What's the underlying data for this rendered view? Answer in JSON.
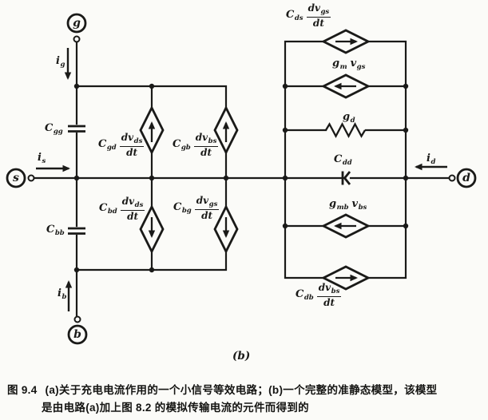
{
  "colors": {
    "ink": "#1a1a18",
    "paper": "#fbfbf8"
  },
  "terminals": {
    "g": "g",
    "s": "s",
    "b": "b",
    "d": "d"
  },
  "currents": {
    "ig": {
      "base": "i",
      "sub": "g"
    },
    "is": {
      "base": "i",
      "sub": "s"
    },
    "ib": {
      "base": "i",
      "sub": "b"
    },
    "id": {
      "base": "i",
      "sub": "d"
    }
  },
  "capacitors": {
    "cgg": {
      "base": "C",
      "sub": "gg"
    },
    "cbb": {
      "base": "C",
      "sub": "bb"
    },
    "cdd": {
      "base": "C",
      "sub": "dd"
    }
  },
  "conductance": {
    "gd": {
      "base": "g",
      "sub": "d"
    }
  },
  "sources": {
    "cgd": {
      "coef": "C",
      "coef_sub": "gd",
      "num": "dv",
      "num_sub": "ds",
      "den": "dt",
      "arrow": "up"
    },
    "cgb": {
      "coef": "C",
      "coef_sub": "gb",
      "num": "dv",
      "num_sub": "bs",
      "den": "dt",
      "arrow": "up"
    },
    "cbd": {
      "coef": "C",
      "coef_sub": "bd",
      "num": "dv",
      "num_sub": "ds",
      "den": "dt",
      "arrow": "down"
    },
    "cbg": {
      "coef": "C",
      "coef_sub": "bg",
      "num": "dv",
      "num_sub": "gs",
      "den": "dt",
      "arrow": "down"
    },
    "cds": {
      "coef": "C",
      "coef_sub": "ds",
      "num": "dv",
      "num_sub": "gs",
      "den": "dt",
      "arrow": "right"
    },
    "cdb": {
      "coef": "C",
      "coef_sub": "db",
      "num": "dv",
      "num_sub": "bs",
      "den": "dt",
      "arrow": "right"
    },
    "gm": {
      "coef": "g",
      "coef_sub": "m",
      "factor": "v",
      "factor_sub": "gs",
      "arrow": "left"
    },
    "gmb": {
      "coef": "g",
      "coef_sub": "mb",
      "factor": "v",
      "factor_sub": "bs",
      "arrow": "left"
    }
  },
  "figure": {
    "part_label": "(b)",
    "caption_fig_no": "图 9.4",
    "caption_line1": "(a)关于充电电流作用的一个小信号等效电路；(b)一个完整的准静态模型，该模型",
    "caption_line2": "是由电路(a)加上图 8.2 的模拟传输电流的元件而得到的"
  }
}
